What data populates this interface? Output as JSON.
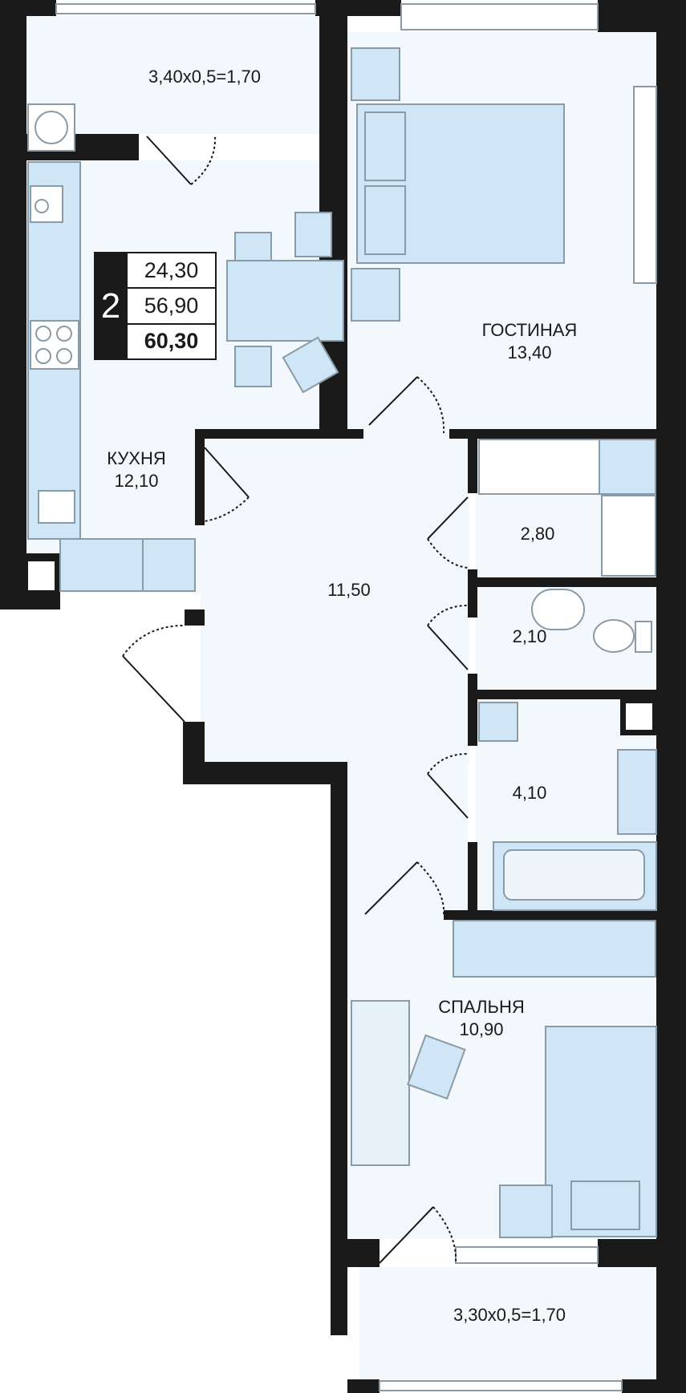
{
  "summary": {
    "rooms": "2",
    "living_area": "24,30",
    "total_area": "56,90",
    "total_with_balconies": "60,30"
  },
  "rooms": {
    "balcony_top": "3,40x0,5=1,70",
    "kitchen_name": "КУХНЯ",
    "kitchen_area": "12,10",
    "living_name": "ГОСТИНАЯ",
    "living_area": "13,40",
    "hall_area": "11,50",
    "closet_area": "2,80",
    "wc_area": "2,10",
    "bath_area": "4,10",
    "bedroom_name": "СПАЛЬНЯ",
    "bedroom_area": "10,90",
    "balcony_bottom": "3,30x0,5=1,70"
  },
  "colors": {
    "wall": "#1a1a1a",
    "floor": "#f2f8fc",
    "furniture": "#cfe6f7",
    "outline": "#8a9aa6"
  }
}
